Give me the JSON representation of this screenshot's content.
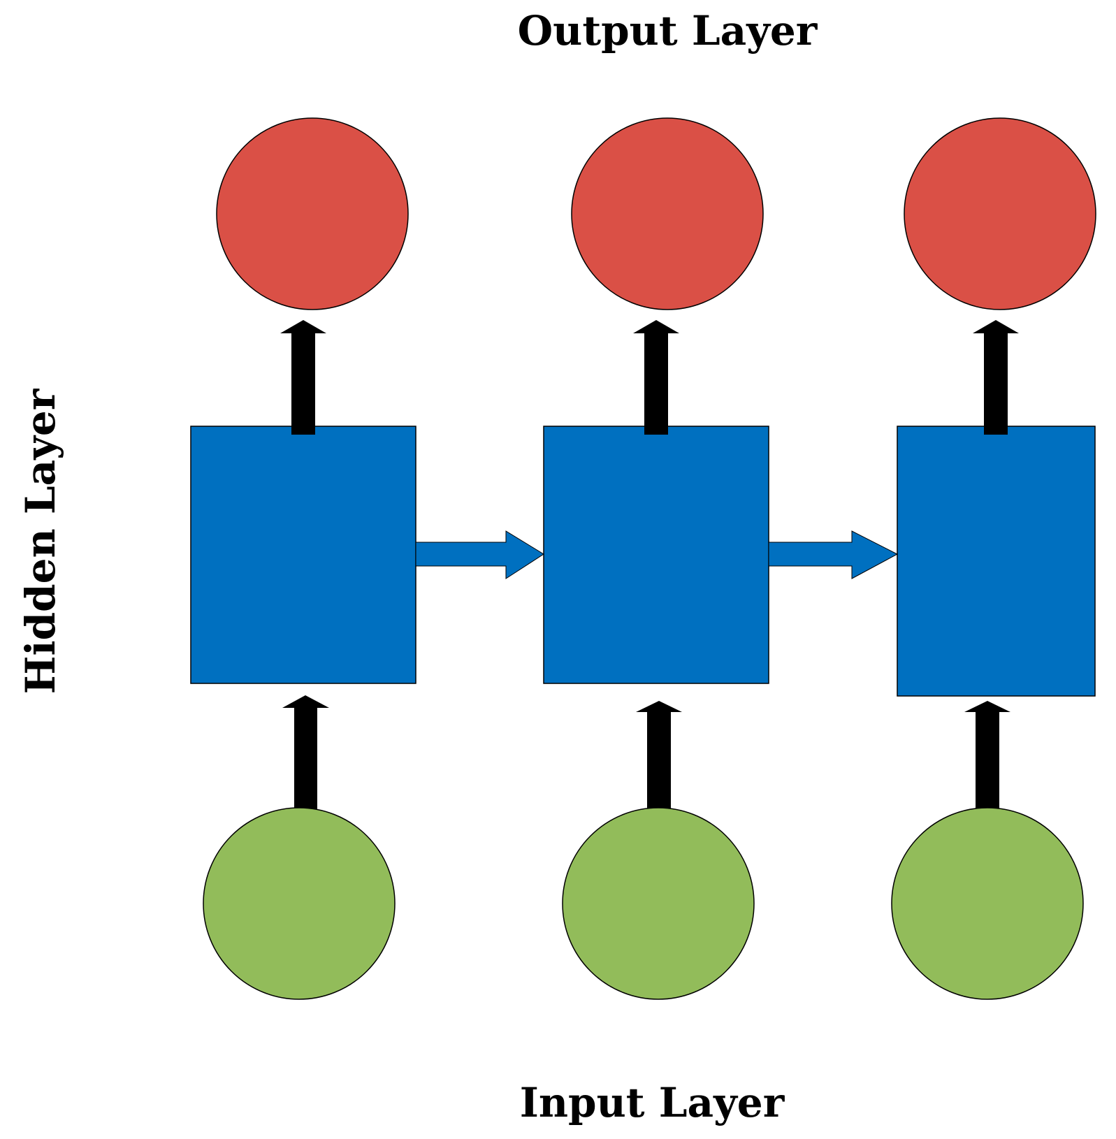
{
  "labels": {
    "output_layer": "Output Layer",
    "hidden_layer": "Hidden Layer",
    "input_layer": "Input Layer"
  },
  "colors": {
    "output_node": "#DA5046",
    "hidden_node": "#0070C0",
    "input_node": "#92BC5A",
    "connection_arrow": "#000000",
    "recurrent_arrow": "#0070C0",
    "outline": "#000000",
    "background": "#FFFFFF"
  },
  "nodes": {
    "output": [
      "output-node",
      "output-node",
      "output-node"
    ],
    "hidden": [
      "hidden-node",
      "hidden-node",
      "hidden-node"
    ],
    "input": [
      "input-node",
      "input-node",
      "input-node"
    ]
  }
}
